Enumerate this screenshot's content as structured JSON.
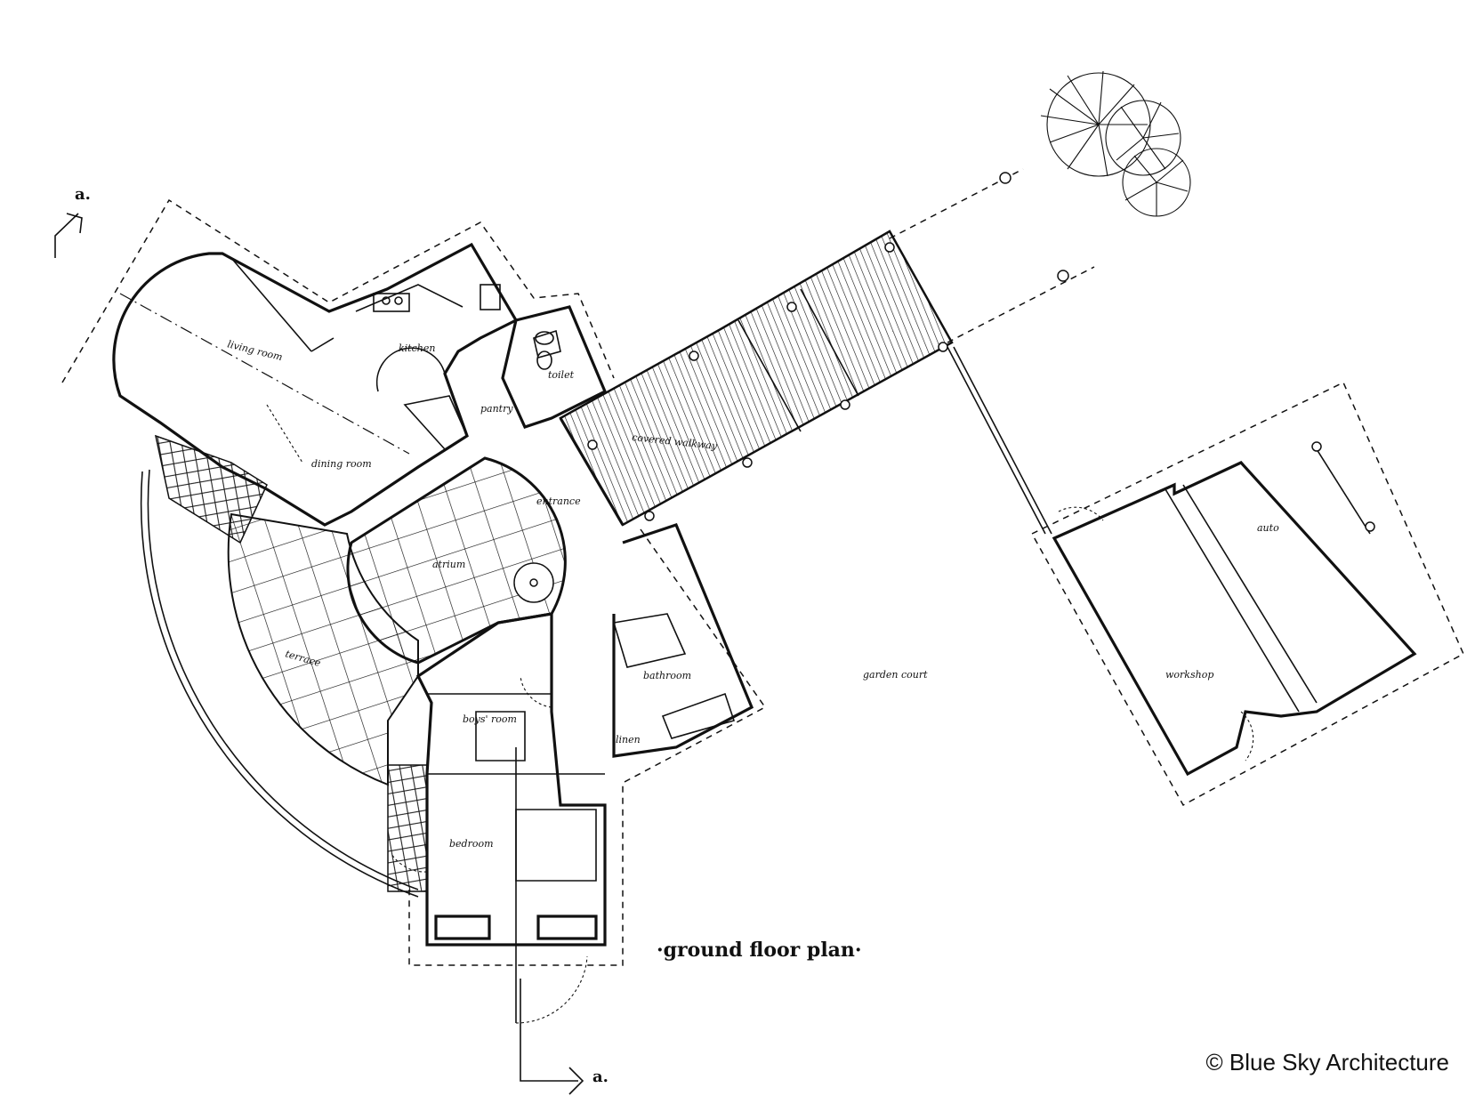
{
  "plan": {
    "title": "·ground floor plan·",
    "section_marker_top": "a.",
    "section_marker_bottom": "a.",
    "rooms": [
      {
        "key": "living_room",
        "label": "living room"
      },
      {
        "key": "kitchen",
        "label": "kitchen"
      },
      {
        "key": "toilet",
        "label": "toilet"
      },
      {
        "key": "pantry",
        "label": "pantry"
      },
      {
        "key": "dining_room",
        "label": "dining room"
      },
      {
        "key": "covered_walkway",
        "label": "covered walkway"
      },
      {
        "key": "entrance",
        "label": "entrance"
      },
      {
        "key": "atrium",
        "label": "atrium"
      },
      {
        "key": "terrace",
        "label": "terrace"
      },
      {
        "key": "bathroom",
        "label": "bathroom"
      },
      {
        "key": "boys_room",
        "label": "boys' room"
      },
      {
        "key": "linen",
        "label": "linen"
      },
      {
        "key": "bedroom",
        "label": "bedroom"
      },
      {
        "key": "garden_court",
        "label": "garden court"
      },
      {
        "key": "workshop",
        "label": "workshop"
      },
      {
        "key": "auto",
        "label": "auto"
      }
    ]
  },
  "credit": "© Blue Sky Architecture"
}
